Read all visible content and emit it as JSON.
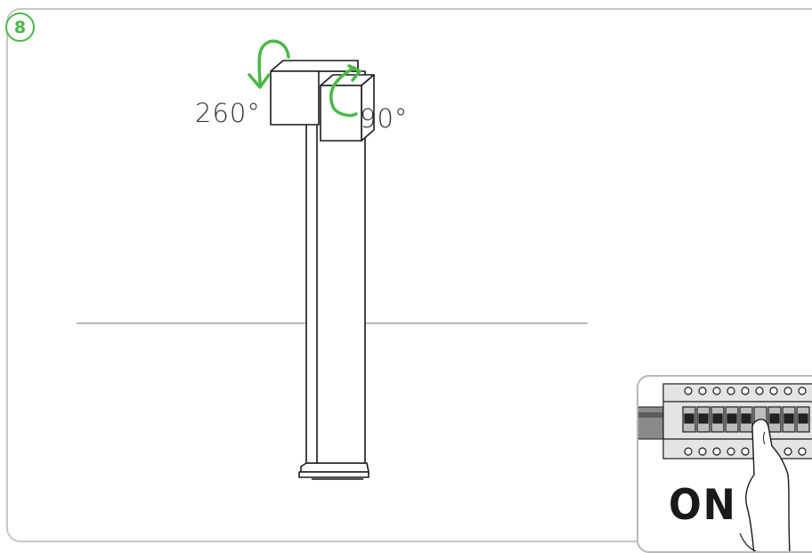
{
  "step": {
    "number": "8"
  },
  "rotation": {
    "left_angle": "260°",
    "right_angle": "90°"
  },
  "inset": {
    "switch_state": "ON"
  },
  "colors": {
    "accent": "#4cb848",
    "line": "#1a1a1a",
    "frame": "#c8c8c8"
  },
  "icons": {
    "rotate_left": "curved-arrow-icon",
    "rotate_right": "curved-arrow-icon",
    "hand": "hand-icon"
  }
}
